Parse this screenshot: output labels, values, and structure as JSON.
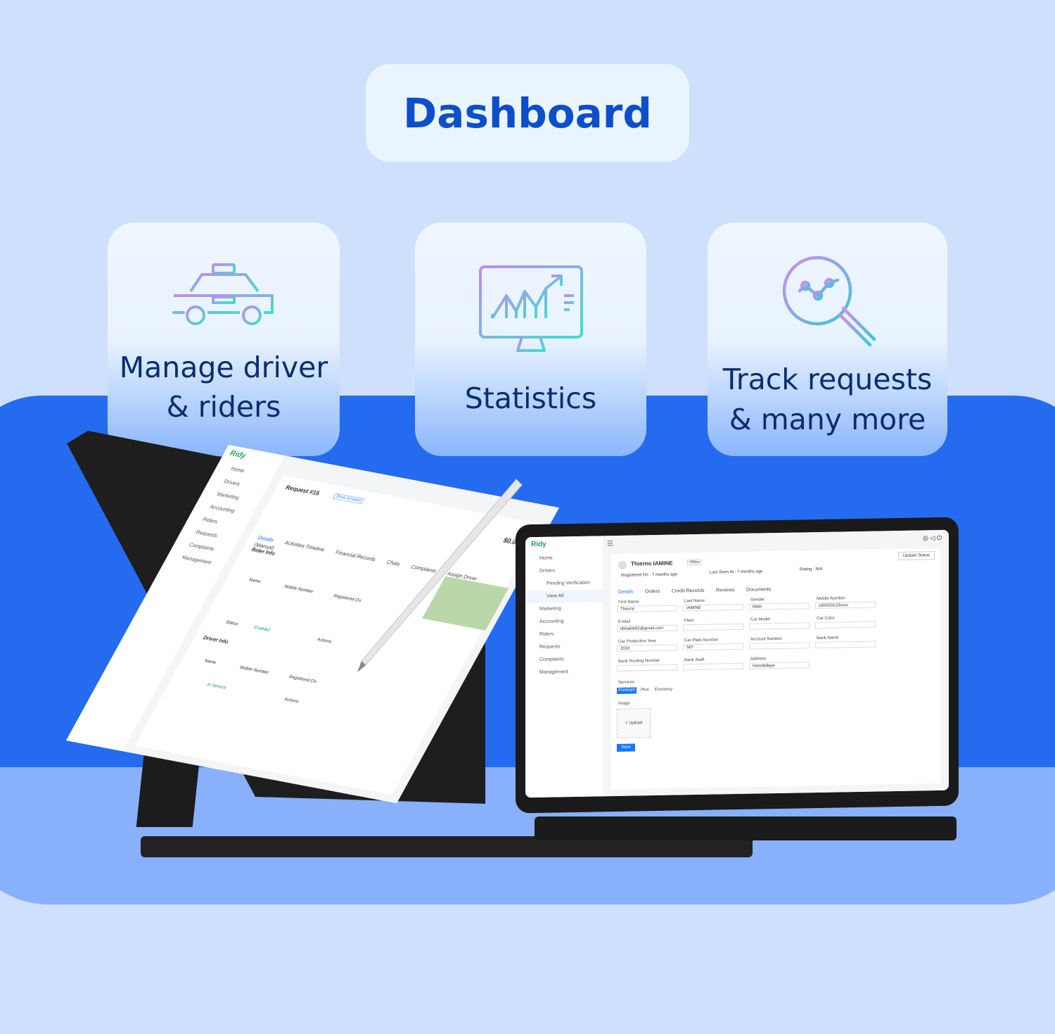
{
  "header": {
    "title": "Dashboard"
  },
  "features": [
    {
      "icon": "taxi-icon",
      "label_line1": "Manage driver",
      "label_line2": "& riders"
    },
    {
      "icon": "statistics-monitor-icon",
      "label_line1": "Statistics"
    },
    {
      "icon": "magnifier-chart-icon",
      "label_line1": "Track requests",
      "label_line2": "& many more"
    }
  ],
  "colors": {
    "background": "#cfe0fc",
    "band": "#246bf0",
    "title": "#0d4fc9",
    "label": "#0b2d6e"
  },
  "left_tablet": {
    "app": "Ridy",
    "sidebar": [
      "Home",
      "Drivers",
      "Marketing",
      "Accounting",
      "Riders",
      "Requests",
      "Complaints",
      "Management"
    ],
    "request_title": "Request #15",
    "request_status": "Driver Accepted",
    "cost": "$0.00",
    "tabs": [
      "Details",
      "Activities Timeline",
      "Financial Records",
      "Chats",
      "Complaints",
      "Assign Driver (Manual)"
    ],
    "rider_info": "Rider Info",
    "driver_info": "Driver Info",
    "rider_columns": [
      "Name",
      "Mobile Number",
      "Registered On"
    ],
    "rider_status_label": "Status",
    "rider_status": "Enabled",
    "actions": "Actions",
    "driver_columns": [
      "Name",
      "Mobile Number",
      "Registered On"
    ],
    "driver_status": "In Service"
  },
  "right_tablet": {
    "app": "Ridy",
    "sidebar": [
      "Home",
      "Drivers",
      "Pending Verification",
      "View All",
      "Marketing",
      "Accounting",
      "Riders",
      "Requests",
      "Complaints",
      "Management"
    ],
    "driver_name": "Thierno IAMINE",
    "status": "Offline",
    "update_status": "Update Status",
    "registered_on": "Registered On : 7 months ago",
    "last_seen": "Last Seen At : 7 months ago",
    "rating": "Rating : N/A",
    "tabs": [
      "Details",
      "Orders",
      "Credit Records",
      "Reviews",
      "Documents"
    ],
    "fields": {
      "first_name_label": "First Name",
      "first_name": "Thierno",
      "last_name_label": "Last Name",
      "last_name": "IAMINE",
      "gender_label": "Gender",
      "gender": "Male",
      "mobile_label": "Mobile Number",
      "mobile": "165055510xxxx",
      "email_label": "E-Mail",
      "email": "tibbalde92@gmail.com",
      "fleet_label": "Fleet",
      "car_model_label": "Car Model",
      "car_color_label": "Car Color",
      "car_year_label": "Car Production Year",
      "car_year": "2010",
      "plate_label": "Car Plate Number",
      "plate": "567",
      "account_label": "Account Number",
      "bank_label": "Bank Name",
      "routing_label": "Bank Routing Number",
      "swift_label": "Bank Swift",
      "address_label": "Address",
      "address": "Hamdallaye"
    },
    "services_label": "Services",
    "services": [
      "Premium",
      "Plus",
      "Economy"
    ],
    "image_label": "Image",
    "upload": "+ Upload",
    "save": "Save"
  }
}
